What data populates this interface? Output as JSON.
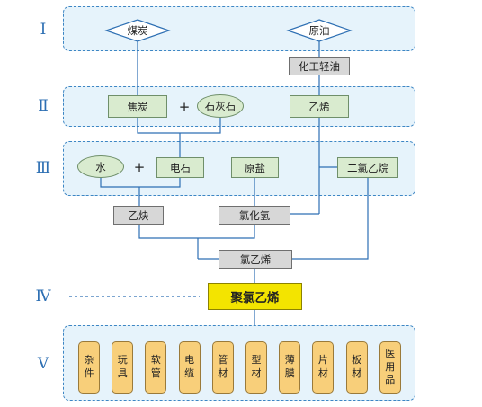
{
  "tiers": [
    "Ⅰ",
    "Ⅱ",
    "Ⅲ",
    "Ⅳ",
    "Ⅴ"
  ],
  "raw": {
    "coal": "煤炭",
    "crude_oil": "原油"
  },
  "process": {
    "cracking": "化工轻油"
  },
  "tier2": {
    "coke": "焦炭",
    "limestone": "石灰石",
    "ethylene": "乙烯"
  },
  "tier3": {
    "water": "水",
    "calcium_carbide": "电石",
    "salt": "原盐",
    "dichloroethane": "二氯乙烷"
  },
  "intermediates": {
    "acetylene": "乙炔",
    "hydrogen_chloride": "氯化氢",
    "vinyl_chloride": "氯乙烯"
  },
  "product": {
    "pvc": "聚氯乙烯"
  },
  "operators": {
    "plus": "+"
  },
  "applications": [
    [
      "杂",
      "件"
    ],
    [
      "玩",
      "具"
    ],
    [
      "软",
      "管"
    ],
    [
      "电",
      "缆"
    ],
    [
      "管",
      "材"
    ],
    [
      "型",
      "材"
    ],
    [
      "薄",
      "膜"
    ],
    [
      "片",
      "材"
    ],
    [
      "板",
      "材"
    ],
    [
      "医",
      "用",
      "品"
    ]
  ],
  "colors": {
    "tier_fill": "#e6f3fb",
    "tier_border": "#3d86c4",
    "connector": "#2d6fb3",
    "green_node": "#d9ebcf",
    "gray_node": "#d7d7d7",
    "pvc_node": "#f3e400",
    "product_node": "#f8cf7a"
  }
}
